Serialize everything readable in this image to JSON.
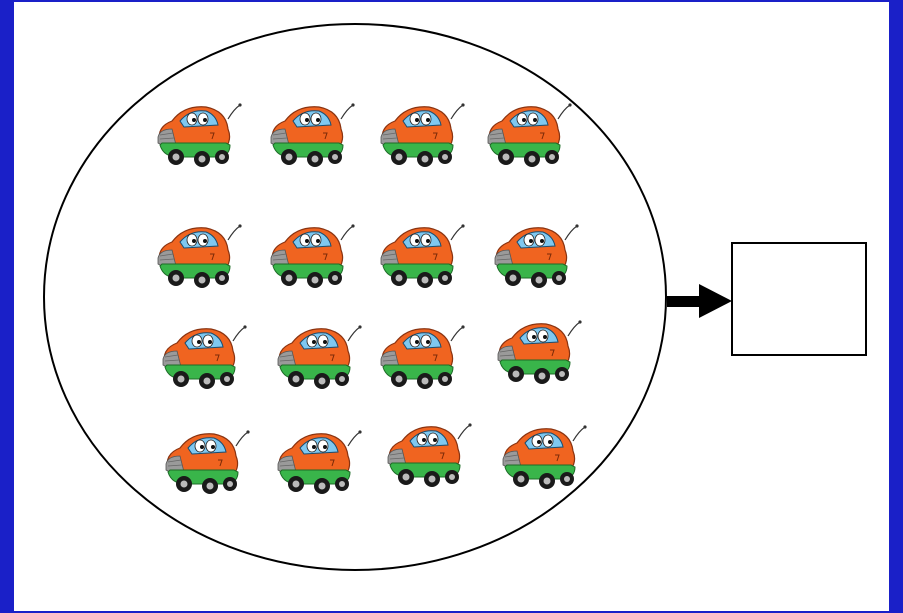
{
  "slide": {
    "background_color": "#ffffff",
    "frame_color": "#1a20c8"
  },
  "group": {
    "shape": "ellipse",
    "item_icon": "cartoon-car-icon",
    "item_count": 16,
    "rows": 4,
    "columns": 4
  },
  "answer_box": {
    "value": ""
  },
  "colors": {
    "car_body": "#f06420",
    "car_fender": "#39b54a",
    "car_window": "#7fc8f0",
    "outline": "#000000"
  }
}
